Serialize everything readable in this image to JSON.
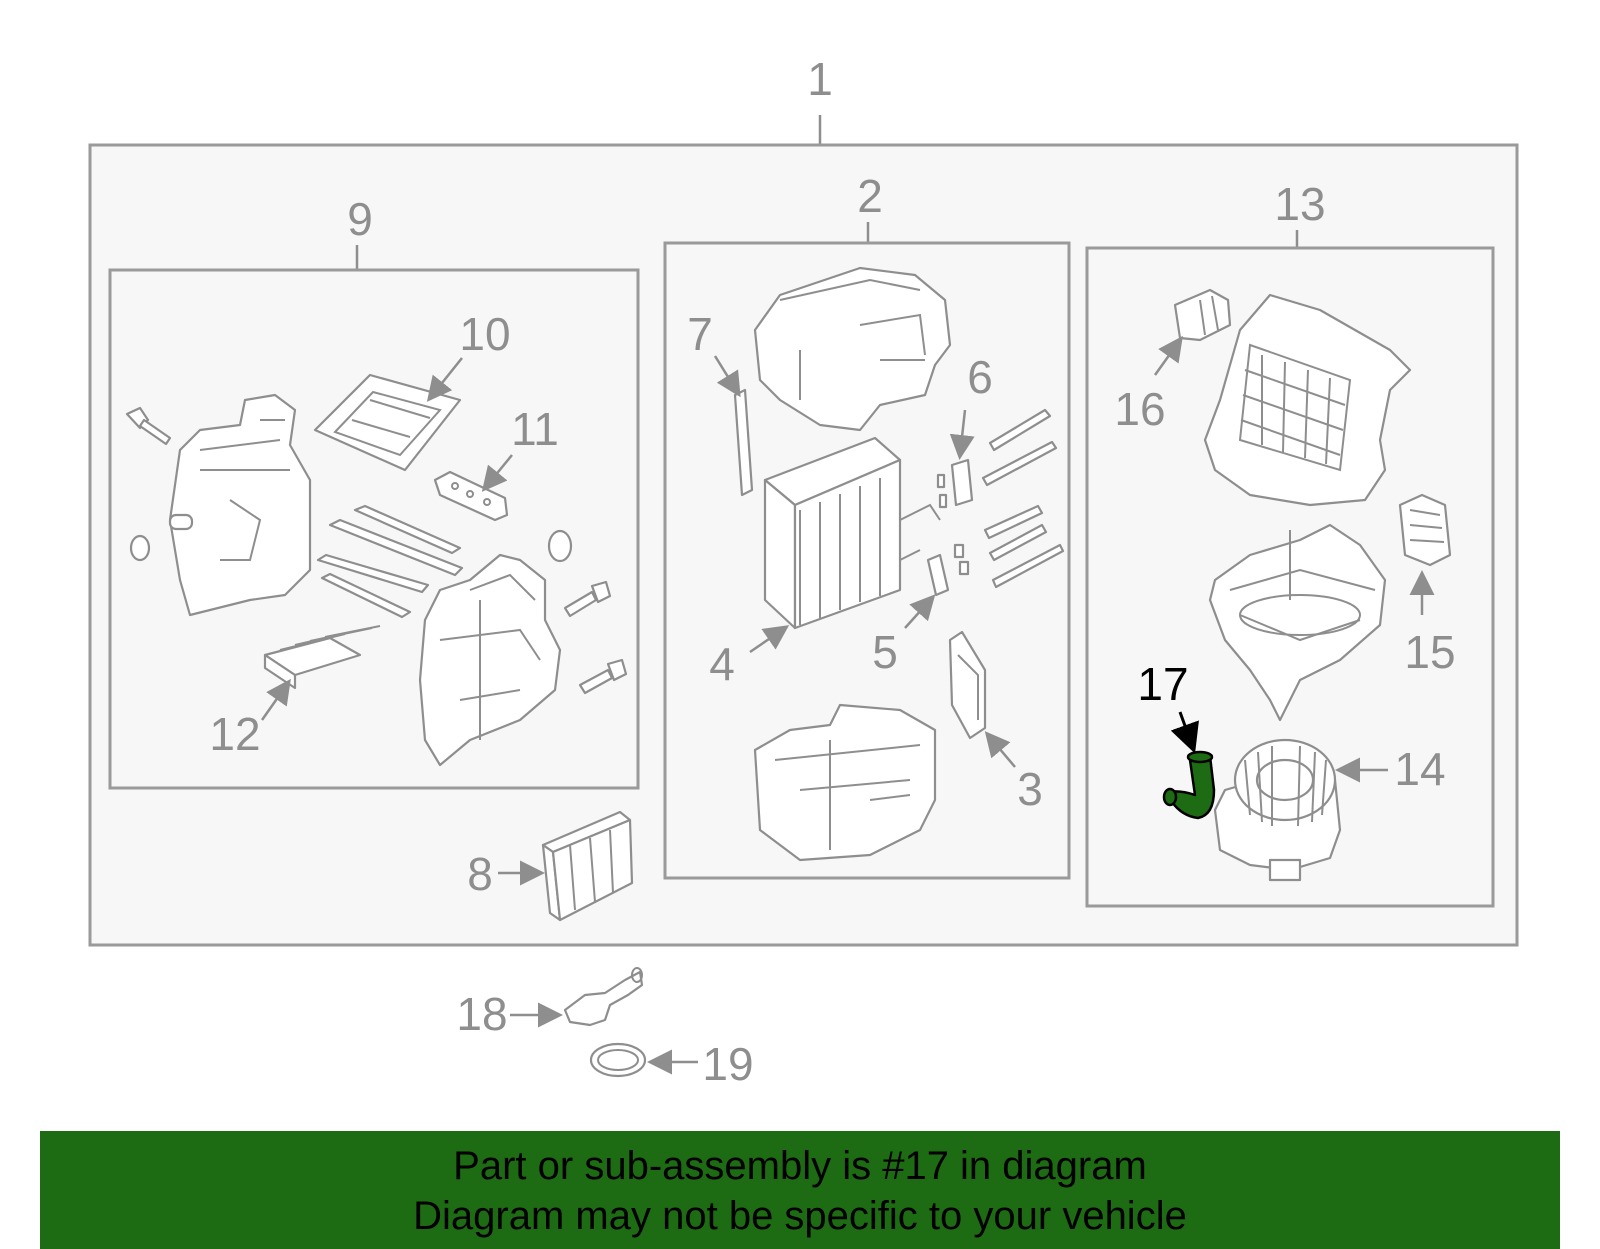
{
  "labels": {
    "l1": "1",
    "l2": "2",
    "l3": "3",
    "l4": "4",
    "l5": "5",
    "l6": "6",
    "l7": "7",
    "l8": "8",
    "l9": "9",
    "l10": "10",
    "l11": "11",
    "l12": "12",
    "l13": "13",
    "l14": "14",
    "l15": "15",
    "l16": "16",
    "l17": "17",
    "l18": "18",
    "l19": "19"
  },
  "highlight": {
    "part_number": "17",
    "color": "#1d6b12"
  },
  "banner": {
    "line1": "Part or sub-assembly is #17 in diagram",
    "line2": "Diagram may not be specific to your vehicle",
    "background": "#1d6b12"
  }
}
